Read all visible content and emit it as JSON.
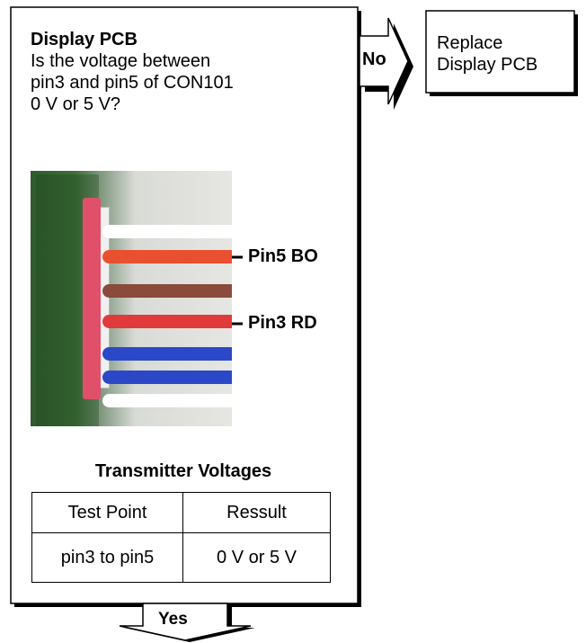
{
  "main_box": {
    "title": "Display PCB",
    "question_lines": [
      "Is the voltage  between",
      "pin3 and pin5 of CON101",
      "0 V or 5 V?"
    ]
  },
  "no_branch": {
    "label": "No",
    "action_lines": [
      "Replace",
      "Display PCB"
    ]
  },
  "yes_branch": {
    "label": "Yes"
  },
  "photo": {
    "callouts": [
      "Pin5 BO",
      "Pin3 RD"
    ],
    "wire_colors": [
      "#ffffff",
      "#e8502f",
      "#8a4a3c",
      "#e03a3a",
      "#2b48c8",
      "#2b48c8",
      "#ffffff"
    ]
  },
  "table": {
    "title": "Transmitter Voltages",
    "headers": [
      "Test Point",
      "Ressult"
    ],
    "rows": [
      [
        "pin3 to pin5",
        "0 V or 5 V"
      ]
    ]
  }
}
